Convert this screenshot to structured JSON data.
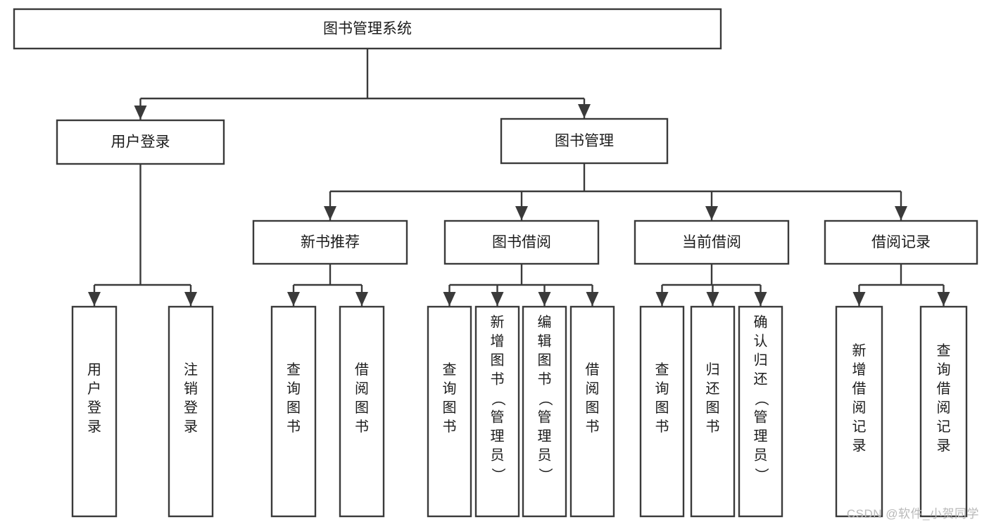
{
  "diagram": {
    "type": "tree-hierarchy",
    "title": "图书管理系统",
    "root": {
      "id": "root",
      "label": "图书管理系统",
      "orientation": "horizontal"
    },
    "level2": [
      {
        "id": "user-login",
        "label": "用户登录",
        "orientation": "horizontal"
      },
      {
        "id": "book-manage",
        "label": "图书管理",
        "orientation": "horizontal"
      }
    ],
    "level3": [
      {
        "id": "new-book-recommend",
        "label": "新书推荐",
        "orientation": "horizontal",
        "parent": "book-manage"
      },
      {
        "id": "book-borrow",
        "label": "图书借阅",
        "orientation": "horizontal",
        "parent": "book-manage"
      },
      {
        "id": "current-borrow",
        "label": "当前借阅",
        "orientation": "horizontal",
        "parent": "book-manage"
      },
      {
        "id": "borrow-record",
        "label": "借阅记录",
        "orientation": "horizontal",
        "parent": "book-manage"
      }
    ],
    "leaves": {
      "user-login": [
        {
          "id": "leaf-user-login",
          "label": "用户登录",
          "orientation": "vertical"
        },
        {
          "id": "leaf-logout-login",
          "label": "注销登录",
          "orientation": "vertical"
        }
      ],
      "new-book-recommend": [
        {
          "id": "leaf-query-book-1",
          "label": "查询图书",
          "orientation": "vertical"
        },
        {
          "id": "leaf-borrow-book-1",
          "label": "借阅图书",
          "orientation": "vertical"
        }
      ],
      "book-borrow": [
        {
          "id": "leaf-query-book-2",
          "label": "查询图书",
          "orientation": "vertical"
        },
        {
          "id": "leaf-add-book",
          "label": "新增图书（管理员）",
          "orientation": "vertical"
        },
        {
          "id": "leaf-edit-book",
          "label": "编辑图书（管理员）",
          "orientation": "vertical"
        },
        {
          "id": "leaf-borrow-book-2",
          "label": "借阅图书",
          "orientation": "vertical"
        }
      ],
      "current-borrow": [
        {
          "id": "leaf-query-book-3",
          "label": "查询图书",
          "orientation": "vertical"
        },
        {
          "id": "leaf-return-book",
          "label": "归还图书",
          "orientation": "vertical"
        },
        {
          "id": "leaf-confirm-return",
          "label": "确认归还（管理员）",
          "orientation": "vertical"
        }
      ],
      "borrow-record": [
        {
          "id": "leaf-add-record",
          "label": "新增借阅记录",
          "orientation": "vertical"
        },
        {
          "id": "leaf-query-record",
          "label": "查询借阅记录",
          "orientation": "vertical"
        }
      ]
    }
  },
  "watermark": {
    "text": "CSDN @软件_小贺同学"
  },
  "colors": {
    "stroke": "#3a3a3a",
    "fill": "#ffffff",
    "text": "#1c1c1c",
    "watermark": "#b9b9b9",
    "background": "#ffffff"
  }
}
